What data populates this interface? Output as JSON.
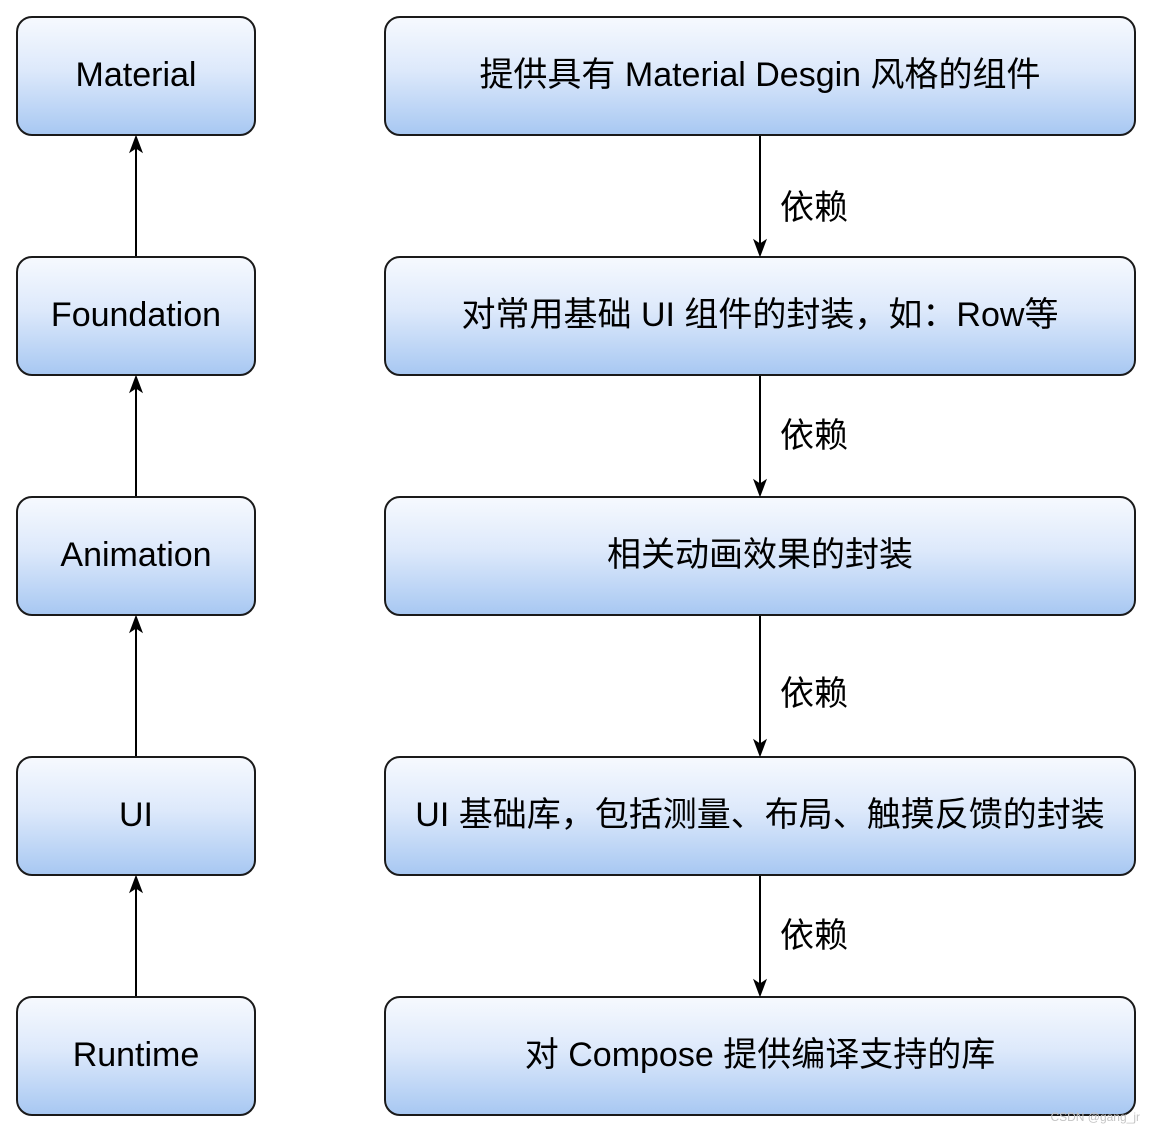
{
  "layers": [
    {
      "name": "Material",
      "description": "提供具有 Material Desgin 风格的组件"
    },
    {
      "name": "Foundation",
      "description": "对常用基础 UI 组件的封装，如：Row等"
    },
    {
      "name": "Animation",
      "description": "相关动画效果的封装"
    },
    {
      "name": "UI",
      "description": "UI 基础库，包括测量、布局、触摸反馈的封装"
    },
    {
      "name": "Runtime",
      "description": "对 Compose 提供编译支持的库"
    }
  ],
  "dependency_labels": [
    "依赖",
    "依赖",
    "依赖",
    "依赖"
  ],
  "colors": {
    "box_gradient_top": "#f6f9fe",
    "box_gradient_bottom": "#a8c8f2",
    "border": "#1a1a1a"
  },
  "watermark": "CSDN @gang_jr"
}
